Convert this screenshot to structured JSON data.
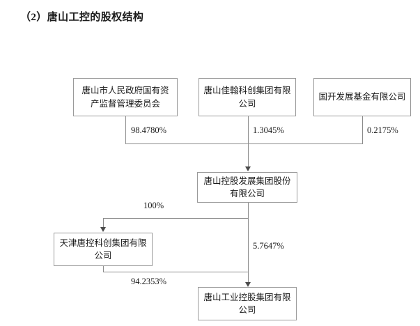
{
  "page": {
    "title": "（2）唐山工控的股权结构"
  },
  "diagram": {
    "type": "org-ownership-chart",
    "nodes": [
      {
        "id": "sasac",
        "label": "唐山市人民政府国有资产监督管理委员会"
      },
      {
        "id": "jiahan",
        "label": "唐山佳翰科创集团有限公司"
      },
      {
        "id": "guokai",
        "label": "国开发展基金有限公司"
      },
      {
        "id": "tangkong",
        "label": "唐山控股发展集团股份有限公司"
      },
      {
        "id": "tianjin",
        "label": "天津唐控科创集团有限公司"
      },
      {
        "id": "gongkong",
        "label": "唐山工业控股集团有限公司"
      }
    ],
    "edges": [
      {
        "from": "sasac",
        "to": "tangkong",
        "percent": "98.4780%"
      },
      {
        "from": "jiahan",
        "to": "tangkong",
        "percent": "1.3045%"
      },
      {
        "from": "guokai",
        "to": "tangkong",
        "percent": "0.2175%"
      },
      {
        "from": "tangkong",
        "to": "tianjin",
        "percent": "100%"
      },
      {
        "from": "tangkong",
        "to": "gongkong",
        "percent": "5.7647%"
      },
      {
        "from": "tianjin",
        "to": "gongkong",
        "percent": "94.2353%"
      }
    ],
    "colors": {
      "box_border": "#9a9a9a",
      "connector": "#8c8c8c",
      "arrow": "#4a4a4a",
      "text": "#1a1a1a",
      "background": "#ffffff"
    }
  }
}
